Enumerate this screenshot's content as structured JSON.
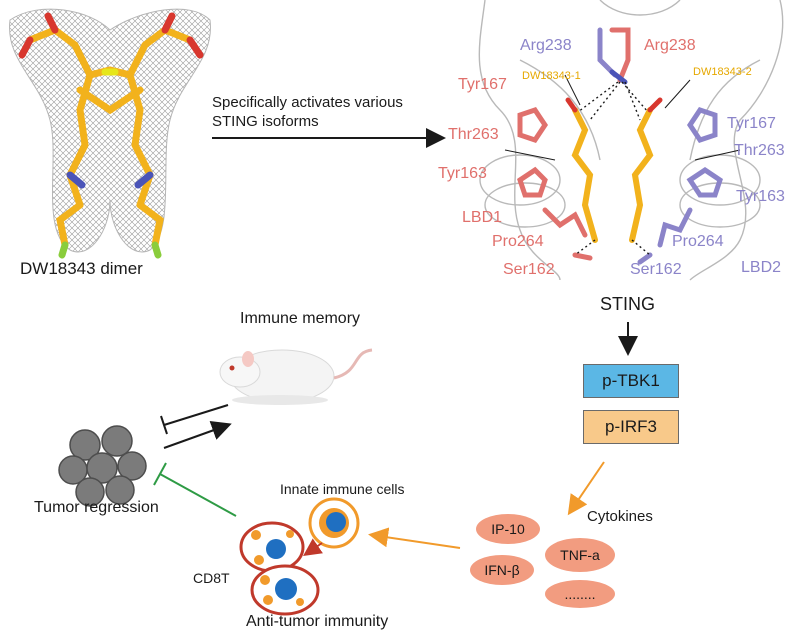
{
  "ligand_caption": "DW18343 dimer",
  "arrow_caption": {
    "line1": "Specifically activates various",
    "line2": "STING isoforms"
  },
  "sting_structure": {
    "ligands": [
      "DW18343-1",
      "DW18343-2"
    ],
    "residues_pink": [
      "Arg238",
      "Tyr167",
      "Thr263",
      "Tyr163",
      "LBD1",
      "Pro264",
      "Ser162"
    ],
    "residues_purple": [
      "Arg238",
      "Tyr167",
      "Thr263",
      "Tyr163",
      "Pro264",
      "Ser162",
      "LBD2"
    ]
  },
  "sting_label": "STING",
  "pathway": {
    "box1": "p-TBK1",
    "box2": "p-IRF3",
    "box1_color": "#5bb7e5",
    "box2_color": "#f8c98a"
  },
  "cytokines": {
    "title": "Cytokines",
    "items": [
      "IP-10",
      "TNF-a",
      "IFN-β",
      "........"
    ],
    "color": "#f29c80"
  },
  "cells": {
    "innate": "Innate immune cells",
    "cd8": "CD8T"
  },
  "immunity_label": "Anti-tumor immunity",
  "memory_label": "Immune memory",
  "tumor_label": "Tumor regression",
  "colors": {
    "pink": "#e0706c",
    "purple": "#8b84c9",
    "ligand": "#f2b21c",
    "orange_arrow": "#f19a2b",
    "green_inhibit": "#2e9b45",
    "cell_ring": "#c0392b"
  }
}
